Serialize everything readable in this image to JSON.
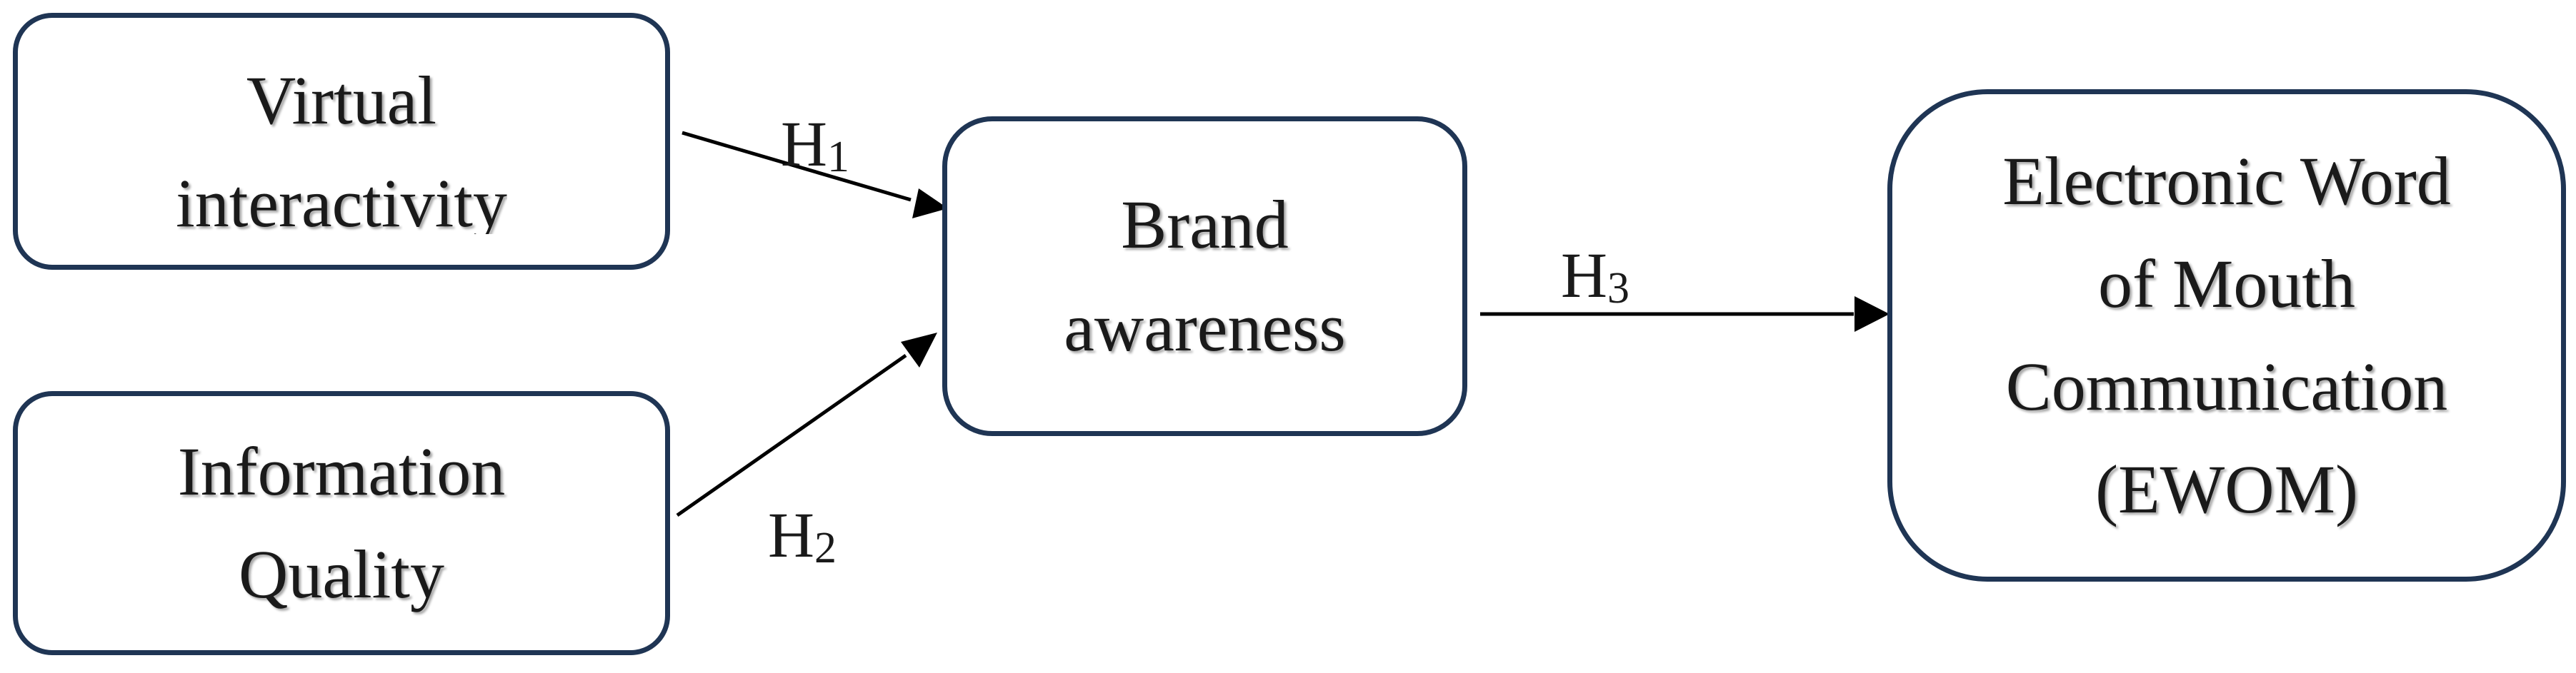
{
  "diagram": {
    "nodes": [
      {
        "id": "virtual-interactivity",
        "lines": [
          "Virtual",
          "interactivity"
        ]
      },
      {
        "id": "information-quality",
        "lines": [
          "Information",
          "Quality"
        ]
      },
      {
        "id": "brand-awareness",
        "lines": [
          "Brand",
          "awareness"
        ]
      },
      {
        "id": "ewom",
        "lines": [
          "Electronic Word",
          "of Mouth",
          "Communication",
          "(EWOM)"
        ]
      }
    ],
    "hypotheses": [
      {
        "letter": "H",
        "index": "1",
        "from": "virtual-interactivity",
        "to": "brand-awareness"
      },
      {
        "letter": "H",
        "index": "2",
        "from": "information-quality",
        "to": "brand-awareness"
      },
      {
        "letter": "H",
        "index": "3",
        "from": "brand-awareness",
        "to": "ewom"
      }
    ],
    "colors": {
      "box_border": "#1f3554",
      "arrow": "#000000",
      "text": "#1a1a1a"
    }
  }
}
